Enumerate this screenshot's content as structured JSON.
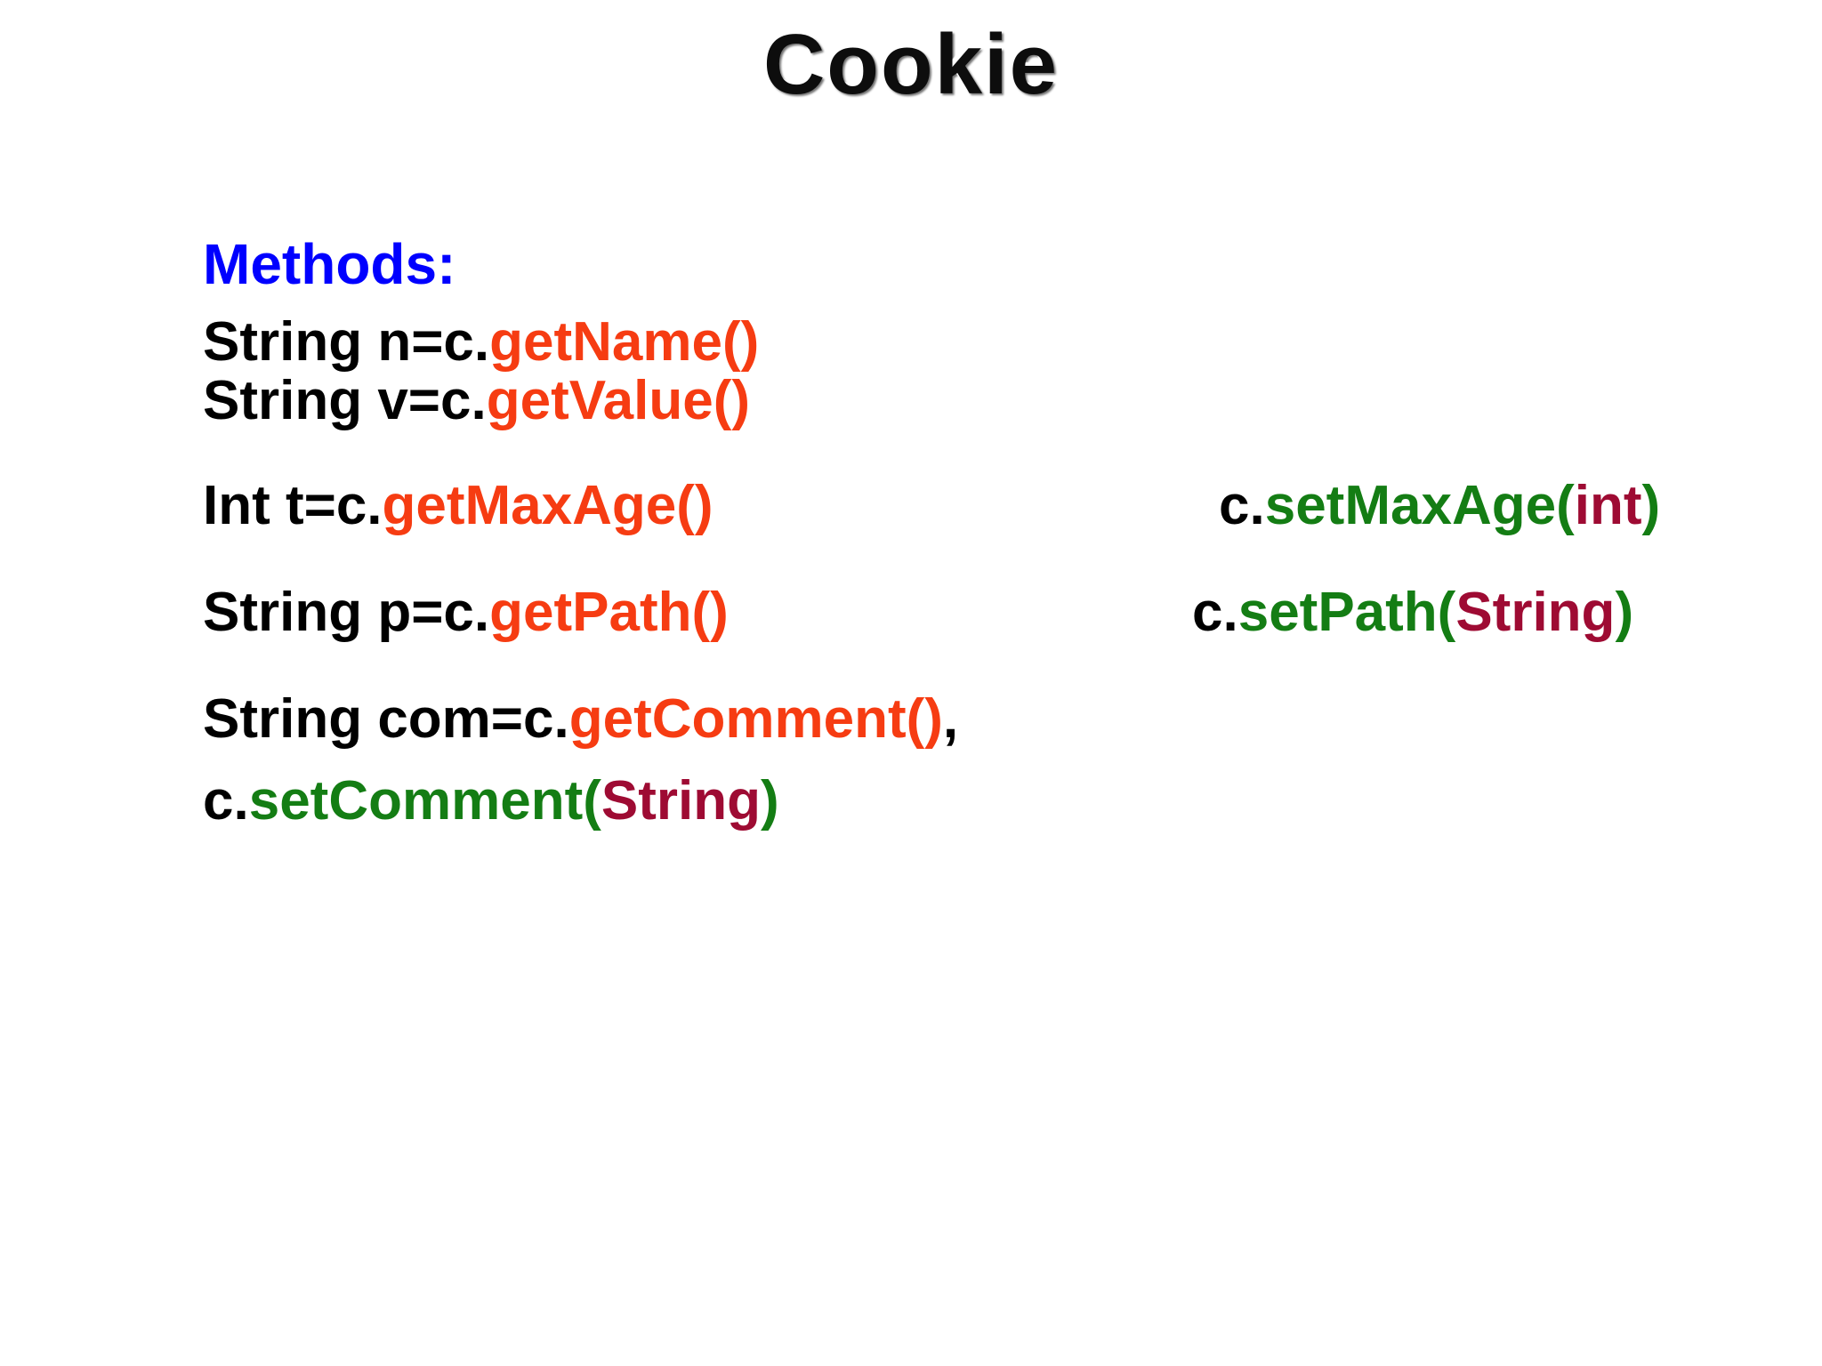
{
  "slide": {
    "title": "Cookie",
    "background_color": "#ffffff"
  },
  "palette": {
    "heading_blue": "#0000ff",
    "declaration_black": "#000000",
    "getter_orange": "#f63c12",
    "setter_green": "#147d14",
    "argument_maroon": "#9e0b33"
  },
  "content": {
    "heading": "Methods:",
    "rows": [
      {
        "left": {
          "declaration": "String n=c.",
          "method": "getName()",
          "suffix": ""
        },
        "right": null
      },
      {
        "left": {
          "declaration": "String v=c.",
          "method": "getValue()",
          "suffix": ""
        },
        "right": null
      },
      {
        "left": {
          "declaration": "Int t=c.",
          "method": "getMaxAge()",
          "suffix": ""
        },
        "right": {
          "receiver": "c.",
          "method_open": "setMaxAge(",
          "argument": "int",
          "close": ")"
        }
      },
      {
        "left": {
          "declaration": "String p=c.",
          "method": "getPath()",
          "suffix": ""
        },
        "right": {
          "receiver": "c.",
          "method_open": "setPath(",
          "argument": "String",
          "close": ")"
        }
      },
      {
        "left": {
          "declaration": "String com=c.",
          "method": "getComment()",
          "suffix": ","
        },
        "right": null
      },
      {
        "left": {
          "declaration": "c.",
          "method_open": "setComment(",
          "argument": "String",
          "close": ")"
        },
        "right": null
      }
    ]
  }
}
